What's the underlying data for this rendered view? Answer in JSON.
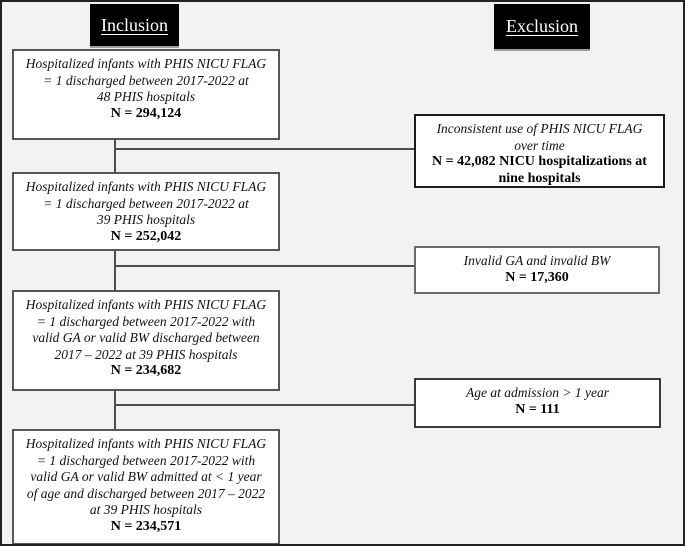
{
  "figure": {
    "type": "cohort-flow-diagram",
    "colors": {
      "canvas_background": "#f2f2f2",
      "box_fill": "#ffffff",
      "box_border": "#565656",
      "header_background": "#000000",
      "header_text": "#ffffff",
      "connector": "#4d4d4d",
      "outer_frame": "#212121"
    }
  },
  "headers": {
    "inclusion": "Inclusion",
    "exclusion": "Exclusion"
  },
  "inclusion": {
    "boxes": [
      {
        "text": "Hospitalized infants with PHIS NICU FLAG\n= 1 discharged between 2017-2022 at\n48 PHIS hospitals",
        "n": "N = 294,124"
      },
      {
        "text": "Hospitalized infants with PHIS NICU FLAG\n= 1 discharged between 2017-2022 at\n39 PHIS hospitals",
        "n": "N = 252,042"
      },
      {
        "text": "Hospitalized infants with PHIS NICU FLAG\n= 1 discharged between 2017-2022 with\nvalid GA or valid BW discharged between\n2017 – 2022 at 39 PHIS hospitals",
        "n": "N = 234,682"
      },
      {
        "text": "Hospitalized infants with PHIS NICU FLAG\n= 1 discharged between 2017-2022 with\nvalid GA or valid BW admitted at < 1 year\nof age and discharged between 2017 – 2022\nat 39 PHIS hospitals",
        "n": "N = 234,571"
      }
    ]
  },
  "exclusion": {
    "boxes": [
      {
        "text": "Inconsistent use of PHIS NICU FLAG\nover time",
        "n": "N = 42,082 NICU hospitalizations at\nnine hospitals"
      },
      {
        "text": "Invalid GA and invalid BW",
        "n": "N = 17,360"
      },
      {
        "text": "Age at admission > 1 year",
        "n": "N = 111"
      }
    ]
  }
}
